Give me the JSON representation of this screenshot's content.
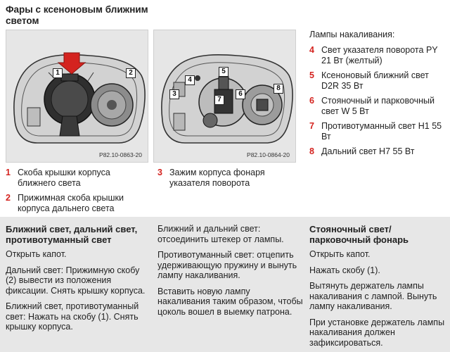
{
  "title": "Фары с ксеноновым ближним светом",
  "figures": [
    {
      "code": "P82.10-0863-20",
      "badges": [
        "1",
        "2"
      ]
    },
    {
      "code": "P82.10-0864-20",
      "badges": [
        "5",
        "4",
        "3",
        "7",
        "6",
        "8"
      ]
    }
  ],
  "captions_left": [
    {
      "num": "1",
      "text": "Скоба крышки корпуса ближнего света"
    },
    {
      "num": "2",
      "text": "Прижимная скоба крышки корпуса дальнего света"
    }
  ],
  "captions_mid": [
    {
      "num": "3",
      "text": "Зажим корпуса фонаря указателя поворота"
    }
  ],
  "lamps": {
    "heading": "Лампы накаливания:",
    "items": [
      {
        "num": "4",
        "text": "Свет указателя поворота PY 21 Вт (желтый)"
      },
      {
        "num": "5",
        "text": "Ксеноновый ближний свет D2R 35 Вт"
      },
      {
        "num": "6",
        "text": "Стояночный и парковочный свет W 5 Вт"
      },
      {
        "num": "7",
        "text": "Противотуманный свет H1 55 Вт"
      },
      {
        "num": "8",
        "text": "Дальний свет H7 55 Вт"
      }
    ]
  },
  "columns": {
    "col1": {
      "heading": "Ближний свет, дальний свет, противотуманный свет",
      "paragraphs": [
        "Открыть капот.",
        "Дальний свет: Прижимную скобу (2) вывести из положения фиксации. Снять крышку корпуса.",
        "Ближний свет, противотуманный свет: Нажать на скобу (1). Снять крышку корпуса."
      ]
    },
    "col2": {
      "paragraphs": [
        "Ближний и дальний свет: отсоединить штекер от лампы.",
        "Противотуманный свет: отцепить удерживающую пружину и вынуть лампу накаливания.",
        "Вставить новую лампу накаливания таким образом, чтобы цоколь вошел в выемку патрона."
      ]
    },
    "col3": {
      "heading": "Стояночный свет/ парковочный фонарь",
      "paragraphs": [
        "Открыть капот.",
        "Нажать скобу (1).",
        "Вытянуть держатель лампы накаливания с лампой. Вынуть лампу накаливания.",
        "При установке держатель лампы накаливания должен зафиксироваться."
      ]
    }
  },
  "colors": {
    "accent": "#d4231f",
    "band": "#e7e7e7",
    "figure_bg": "#e6e6e6"
  }
}
